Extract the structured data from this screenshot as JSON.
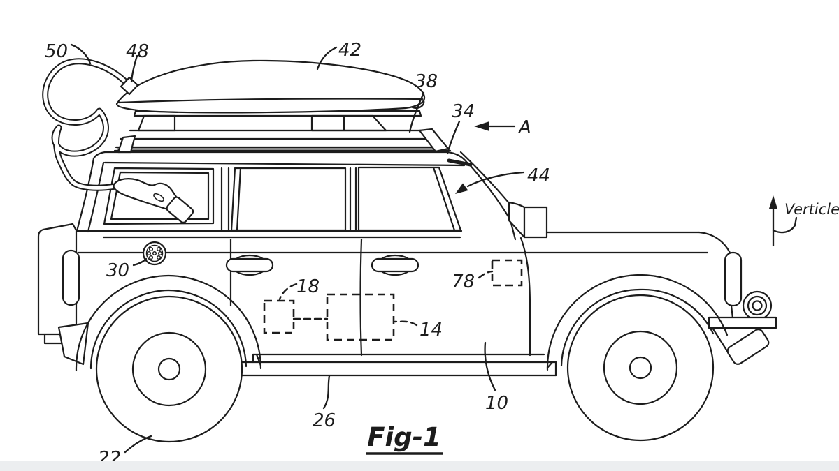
{
  "figure": {
    "caption": "Fig-1",
    "direction_label": "Verticle",
    "view_label": "A",
    "reference_numerals": {
      "50": "50",
      "48": "48",
      "42": "42",
      "38": "38",
      "34": "34",
      "44": "44",
      "30": "30",
      "18": "18",
      "14": "14",
      "78": "78",
      "10": "10",
      "26": "26",
      "22": "22"
    }
  },
  "colors": {
    "line": "#1c1c1c",
    "background": "#ffffff",
    "footer_strip": "#eceef0"
  }
}
